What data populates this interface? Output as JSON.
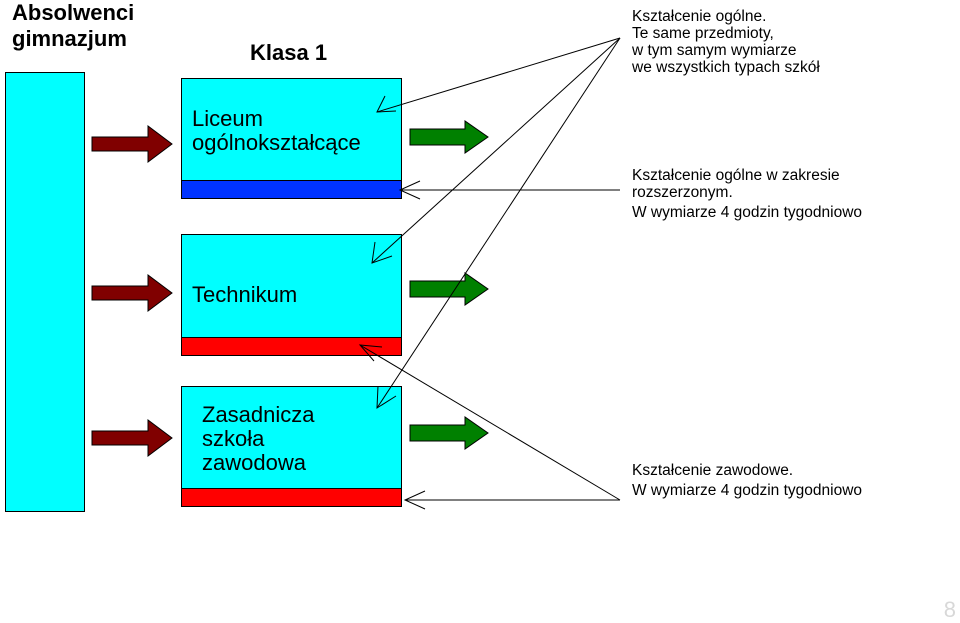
{
  "heading": {
    "line1": "Absolwenci",
    "line2": "gimnazjum"
  },
  "class_label": "Klasa 1",
  "schools": [
    {
      "label_lines": [
        "Liceum",
        "ogólnokształcące"
      ],
      "bar_color": "#0033ff"
    },
    {
      "label_lines": [
        "Technikum"
      ],
      "bar_color": "#ff0000"
    },
    {
      "label_lines": [
        "Zasadnicza",
        "szkoła",
        "zawodowa"
      ],
      "bar_color": "#ff0000"
    }
  ],
  "notes": {
    "general": [
      "Kształcenie ogólne.",
      "Te same przedmioty,",
      "w tym samym wymiarze",
      "we wszystkich typach szkół"
    ],
    "extended": [
      "Kształcenie ogólne w zakresie",
      "rozszerzonym.",
      "W wymiarze 4 godzin tygodniowo"
    ],
    "vocational": [
      "Kształcenie zawodowe.",
      "W wymiarze 4 godzin tygodniowo"
    ]
  },
  "page_number": "8",
  "colors": {
    "source_column": "#00ffff",
    "box": "#00ffff",
    "arrow_left": "#800000",
    "arrow_right": "#008000"
  }
}
